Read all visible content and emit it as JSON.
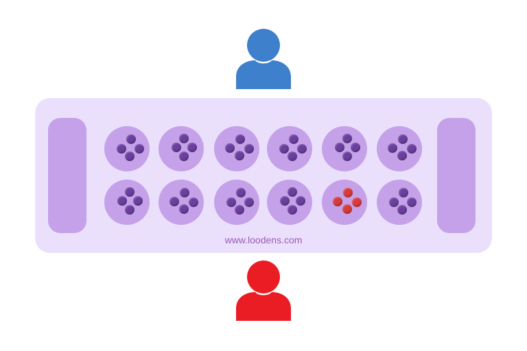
{
  "board": {
    "website": "www.loodens.com",
    "colors": {
      "board": "#ebe0fc",
      "pit": "#c4a1e8",
      "seed_default": "#6b3f9e",
      "seed_highlight": "#d93a3a",
      "player_top": "#3f80cc",
      "player_bottom": "#ea1d25",
      "text": "#9a5bb5"
    },
    "top_row_seeds": [
      4,
      4,
      4,
      4,
      4,
      4
    ],
    "bottom_row_seeds": [
      4,
      4,
      4,
      4,
      4,
      4
    ],
    "highlighted_pit": {
      "row": "bottom",
      "index": 4
    },
    "store_left_seeds": 0,
    "store_right_seeds": 0
  },
  "players": {
    "top": {
      "icon": "user-icon",
      "color": "#3f80cc"
    },
    "bottom": {
      "icon": "user-icon",
      "color": "#ea1d25"
    }
  }
}
